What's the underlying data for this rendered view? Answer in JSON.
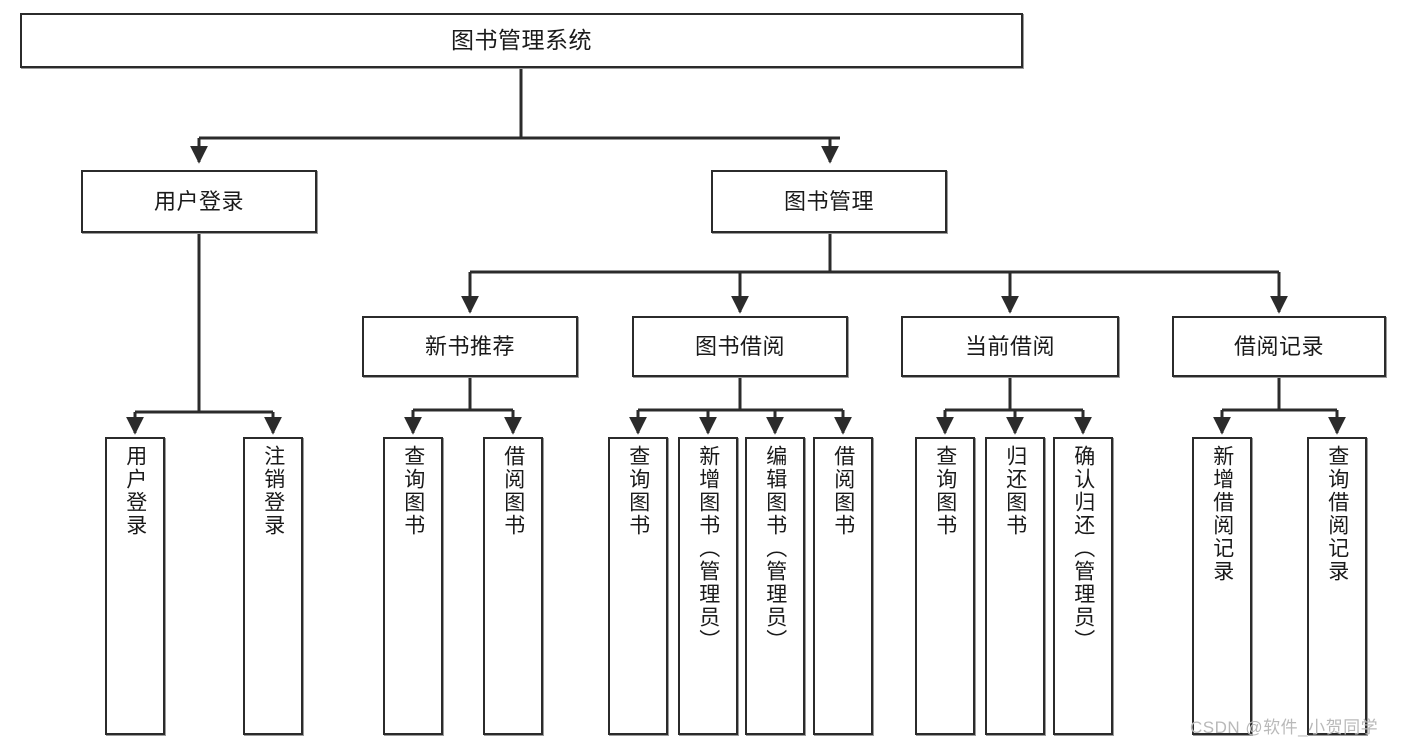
{
  "diagram": {
    "title": "图书管理系统",
    "type": "tree-hierarchy-chart",
    "root": {
      "id": "root",
      "label": "图书管理系统"
    },
    "level2": [
      {
        "id": "user-login",
        "label": "用户登录"
      },
      {
        "id": "book-manage",
        "label": "图书管理"
      }
    ],
    "level3": [
      {
        "id": "new-book-recommend",
        "label": "新书推荐"
      },
      {
        "id": "book-borrow",
        "label": "图书借阅"
      },
      {
        "id": "current-borrow",
        "label": "当前借阅"
      },
      {
        "id": "borrow-record",
        "label": "借阅记录"
      }
    ],
    "leaves": {
      "user_login": [
        {
          "id": "leaf-user-login",
          "label": "用户登录"
        },
        {
          "id": "leaf-user-logout",
          "label": "注销登录"
        }
      ],
      "new_book_recommend": [
        {
          "id": "leaf-query-book-1",
          "label": "查询图书"
        },
        {
          "id": "leaf-borrow-book-1",
          "label": "借阅图书"
        }
      ],
      "book_borrow": [
        {
          "id": "leaf-query-book-2",
          "label": "查询图书"
        },
        {
          "id": "leaf-add-book",
          "label": "新增图书（管理员）"
        },
        {
          "id": "leaf-edit-book",
          "label": "编辑图书（管理员）"
        },
        {
          "id": "leaf-borrow-book-2",
          "label": "借阅图书"
        }
      ],
      "current_borrow": [
        {
          "id": "leaf-query-book-3",
          "label": "查询图书"
        },
        {
          "id": "leaf-return-book",
          "label": "归还图书"
        },
        {
          "id": "leaf-confirm-return",
          "label": "确认归还（管理员）"
        }
      ],
      "borrow_record": [
        {
          "id": "leaf-add-record",
          "label": "新增借阅记录"
        },
        {
          "id": "leaf-query-record",
          "label": "查询借阅记录"
        }
      ]
    }
  },
  "watermark": {
    "text": "CSDN @软件_小贺同学"
  },
  "colors": {
    "stroke": "#2b2b2b",
    "fill": "#ffffff",
    "shadow": "#9b9b9b",
    "text": "#1a1a1a",
    "watermark": "#b9b9b9"
  }
}
